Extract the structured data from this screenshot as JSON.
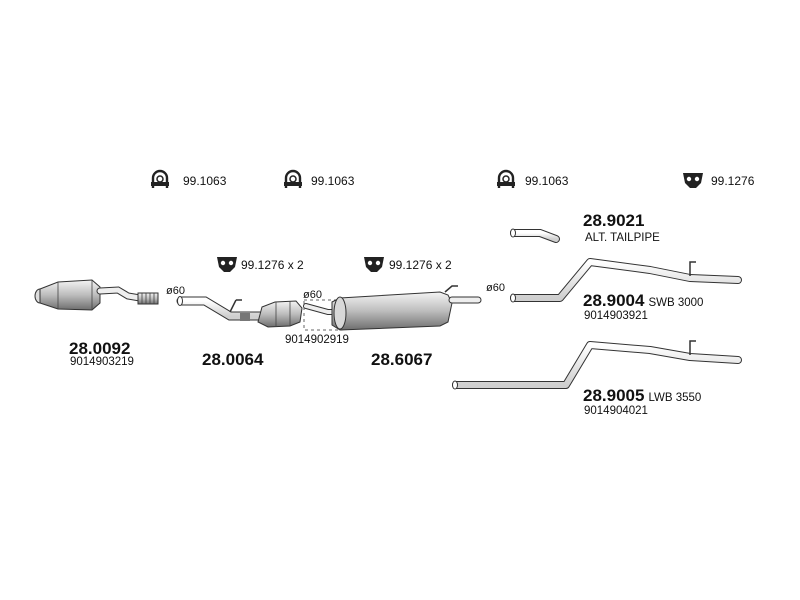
{
  "clamps": [
    {
      "code": "99.1063"
    },
    {
      "code": "99.1063"
    },
    {
      "code": "99.1063"
    },
    {
      "code": "99.1276"
    }
  ],
  "rubber_mounts": [
    {
      "label": "99.1276 x 2"
    },
    {
      "label": "99.1276 x 2"
    }
  ],
  "pipe_diameters": [
    "ø60",
    "ø60",
    "ø60"
  ],
  "parts": {
    "catalytic_converter": {
      "code": "28.0092",
      "oem": "9014903219"
    },
    "front_pipe_cat": {
      "code": "28.0064"
    },
    "joint_pipe_oem": "9014902919",
    "middle_silencer": {
      "code": "28.6067"
    },
    "alt_tailpipe": {
      "code": "28.9021",
      "note": "ALT. TAILPIPE"
    },
    "tailpipe_swb": {
      "code": "28.9004",
      "variant": "SWB 3000",
      "oem": "9014903921"
    },
    "tailpipe_lwb": {
      "code": "28.9005",
      "variant": "LWB 3550",
      "oem": "9014904021"
    }
  },
  "colors": {
    "line": "#333333",
    "fill_light": "#e8e8e8",
    "fill_dark": "#555555",
    "icon": "#222222"
  }
}
